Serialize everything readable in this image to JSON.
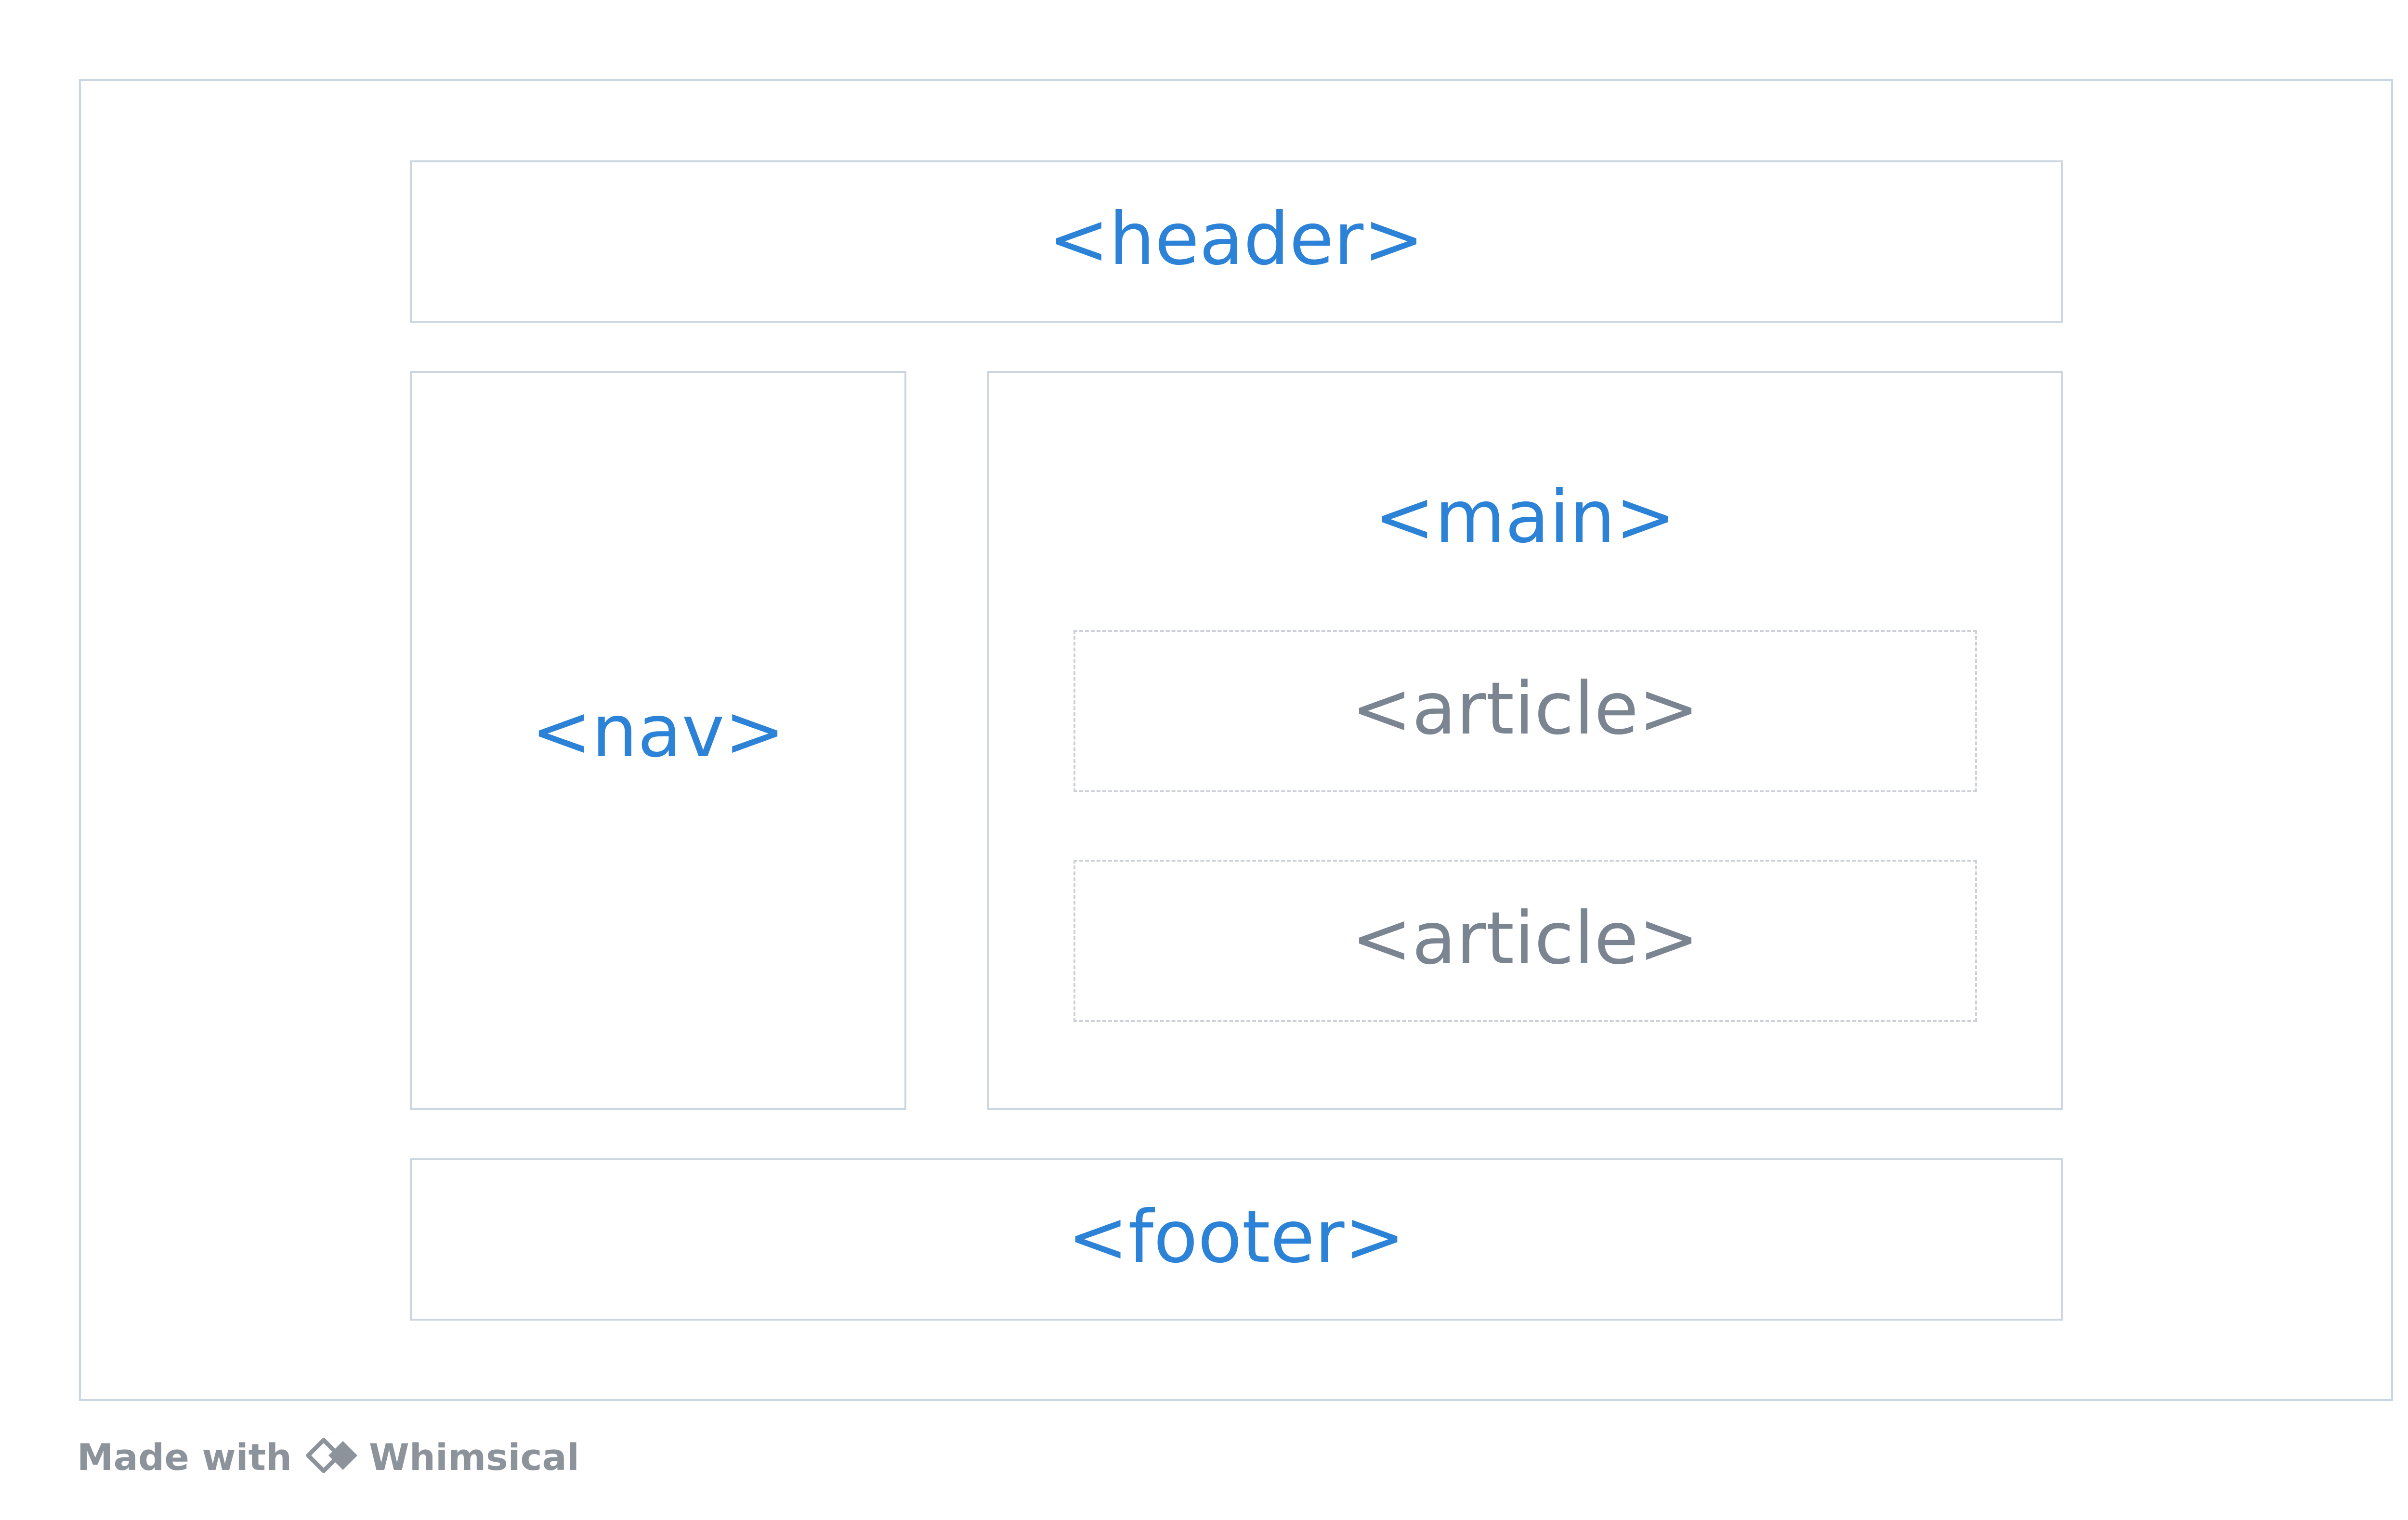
{
  "diagram": {
    "header_label": "<header>",
    "nav_label": "<nav>",
    "main_label": "<main>",
    "articles": [
      {
        "label": "<article>"
      },
      {
        "label": "<article>"
      }
    ],
    "footer_label": "<footer>"
  },
  "credit": {
    "made_with": "Made with",
    "brand": "Whimsical",
    "logo_icon": "whimsical-logo-icon"
  },
  "colors": {
    "semantic_label": "#2b82d6",
    "article_label": "#7b8591",
    "border": "#ccd6e0",
    "credit_text": "#8c939b"
  }
}
